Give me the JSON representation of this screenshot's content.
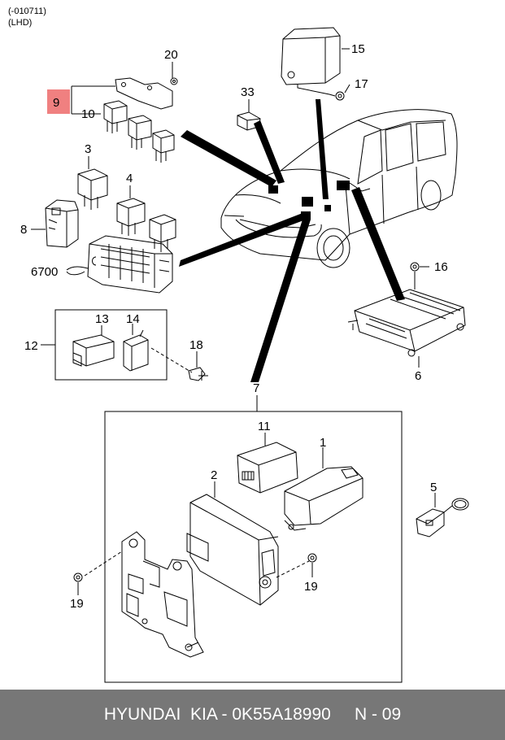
{
  "header": {
    "date_code": "(-010711)",
    "market": "(LHD)"
  },
  "callouts": {
    "c1": "1",
    "c2": "2",
    "c3": "3",
    "c4": "4",
    "c5": "5",
    "c6": "6",
    "c7": "7",
    "c8": "8",
    "c9": "9",
    "c10": "10",
    "c11": "11",
    "c12": "12",
    "c13": "13",
    "c14": "14",
    "c15": "15",
    "c16": "16",
    "c17": "17",
    "c18": "18",
    "c19a": "19",
    "c19b": "19",
    "c20": "20",
    "c33": "33",
    "c6700": "6700"
  },
  "highlight_color": "#f08080",
  "footer": {
    "text": "HYUNDAI  KIA - 0K55A18990     N - 09"
  }
}
